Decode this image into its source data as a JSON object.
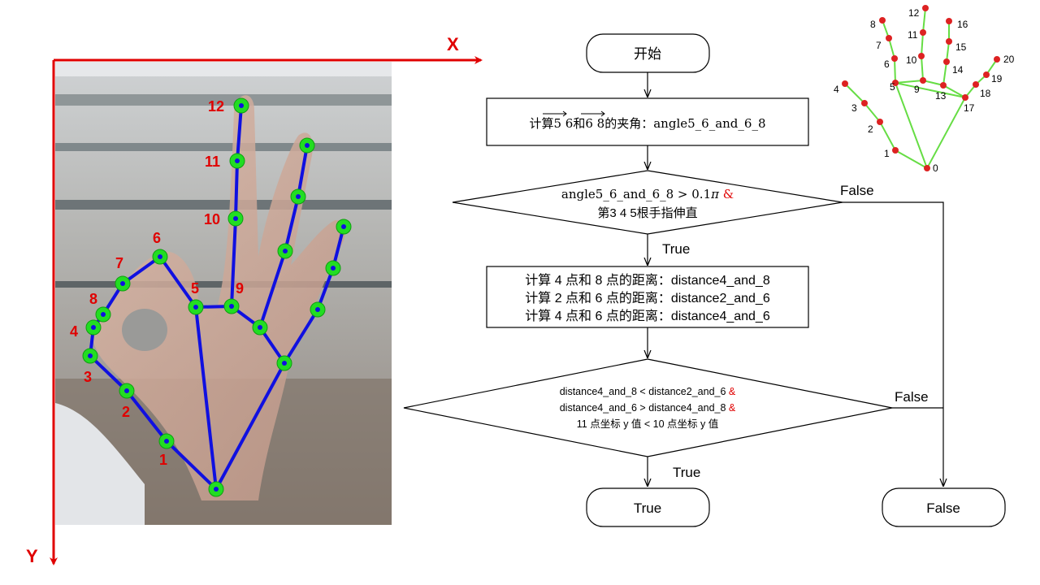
{
  "axes": {
    "x_label": "X",
    "y_label": "Y"
  },
  "photo_landmark_labels": [
    "1",
    "2",
    "3",
    "4",
    "5",
    "6",
    "7",
    "8",
    "9",
    "10",
    "11",
    "12"
  ],
  "flowchart": {
    "start": "开始",
    "step1": {
      "prefix": "计算",
      "vec1": "5 6",
      "mid": "和",
      "vec2": "6 8",
      "suffix": "的夹角：angle5_6_and_6_8"
    },
    "decision1": {
      "line1": "angle5_6_and_6_8 > 0.1",
      "pi": "π",
      "amp": "&",
      "line2": "第3 4 5根手指伸直"
    },
    "step2": {
      "line1": "计算 4 点和 8 点的距离：distance4_and_8",
      "line2": "计算 2 点和 6 点的距离：distance2_and_6",
      "line3": "计算 4 点和 6 点的距离：distance4_and_6"
    },
    "decision2": {
      "line1": "distance4_and_8 < distance2_and_6",
      "line2": "distance4_and_6 > distance4_and_8",
      "line3": "11 点坐标 y 值 < 10 点坐标 y 值",
      "amp": "&"
    },
    "true_label": "True",
    "false_label": "False",
    "end_true": "True",
    "end_false": "False"
  },
  "reference_hand_labels": [
    "0",
    "1",
    "2",
    "3",
    "4",
    "5",
    "6",
    "7",
    "8",
    "9",
    "10",
    "11",
    "12",
    "13",
    "14",
    "15",
    "16",
    "17",
    "18",
    "19",
    "20"
  ],
  "colors": {
    "axis": "#e00000",
    "skeleton": "#1010e0",
    "joint": "#22dd22",
    "ref_line": "#66dd44",
    "ref_point": "#dd2222"
  }
}
